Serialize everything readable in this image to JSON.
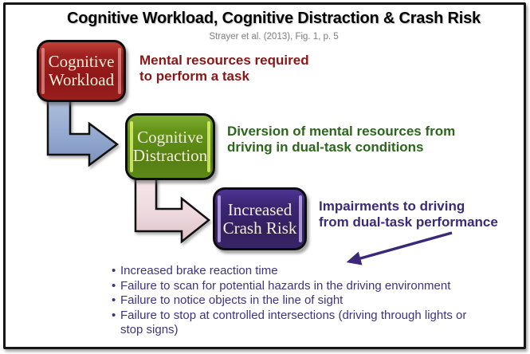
{
  "header": {
    "title": "Cognitive Workload, Cognitive Distraction & Crash Risk",
    "citation": "Strayer et al. (2013), Fig. 1, p. 5"
  },
  "nodes": [
    {
      "id": "cognitive-workload",
      "label_line1": "Cognitive",
      "label_line2": "Workload",
      "desc_line1": "Mental resources required",
      "desc_line2": "to perform a task",
      "box_color": "#8d1717",
      "desc_color": "#8b1616"
    },
    {
      "id": "cognitive-distraction",
      "label_line1": "Cognitive",
      "label_line2": "Distraction",
      "desc_line1": "Diversion of mental resources from",
      "desc_line2": "driving in dual-task conditions",
      "box_color": "#567f12",
      "desc_color": "#2c661c"
    },
    {
      "id": "increased-crash-risk",
      "label_line1": "Increased",
      "label_line2": "Crash Risk",
      "desc_line1": "Impairments to driving",
      "desc_line2": "from dual-task performance",
      "box_color": "#32205f",
      "desc_color": "#3a2a78"
    }
  ],
  "arrows": {
    "workload_to_distraction_color": "#93a9d0",
    "distraction_to_crashrisk_color": "#eedade",
    "impairments_pointer_color": "#3b2878"
  },
  "impairment_examples": {
    "text_color": "#3d3382",
    "items": [
      "Increased brake reaction time",
      "Failure to scan for potential hazards in the driving environment",
      "Failure to notice objects in the line of sight",
      "Failure to stop at controlled intersections (driving through lights or stop signs)"
    ]
  }
}
